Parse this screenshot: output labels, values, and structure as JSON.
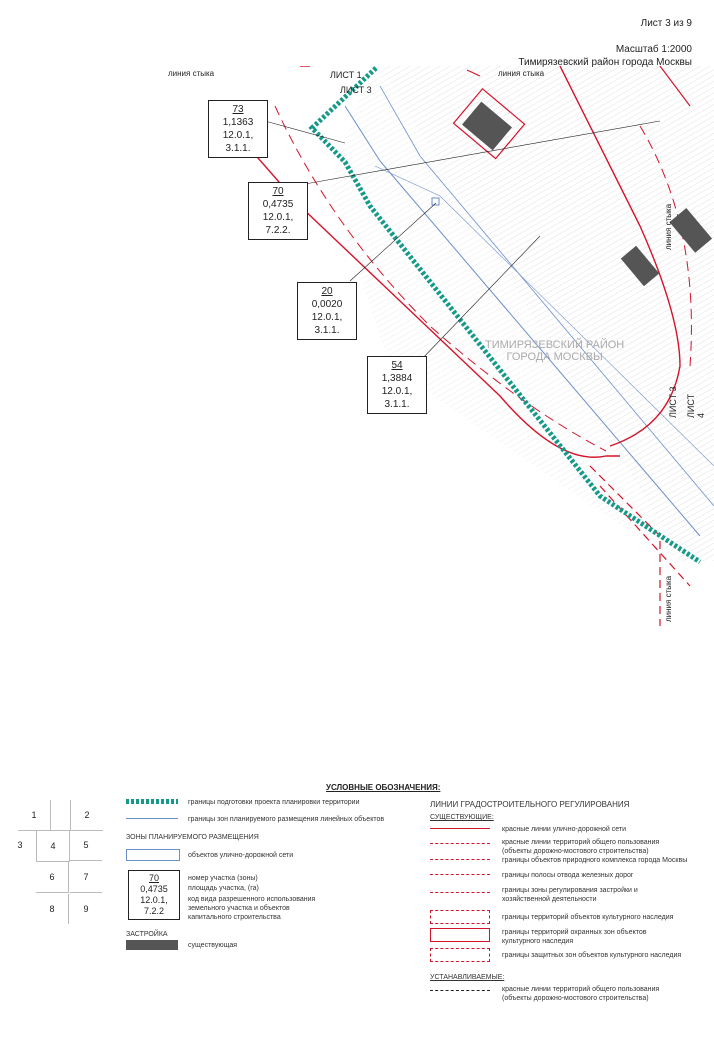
{
  "header": {
    "sheet": "Лист 3 из 9",
    "scale": "Масштаб 1:2000",
    "district": "Тимирязевский район города Москвы"
  },
  "map": {
    "join_line_label": "линия стыка",
    "sheet1": "ЛИСТ 1",
    "sheet3": "ЛИСТ 3",
    "sheet3b": "ЛИСТ 3",
    "sheet4": "ЛИСТ 4",
    "district_watermark_line1": "ТИМИРЯЗЕВСКИЙ РАЙОН",
    "district_watermark_line2": "ГОРОДА МОСКВЫ",
    "parcels": [
      {
        "id": "73",
        "area": "1,1363",
        "code1": "12.0.1,",
        "code2": "3.1.1."
      },
      {
        "id": "70",
        "area": "0,4735",
        "code1": "12.0.1,",
        "code2": "7.2.2."
      },
      {
        "id": "20",
        "area": "0,0020",
        "code1": "12.0.1,",
        "code2": "3.1.1."
      },
      {
        "id": "54",
        "area": "1,3884",
        "code1": "12.0.1,",
        "code2": "3.1.1."
      }
    ],
    "colors": {
      "red": "#d4142a",
      "teal": "#159a8a",
      "blue": "#6d8fc9",
      "hatch": "#bbbbbb",
      "building": "#555555"
    }
  },
  "legend": {
    "title": "УСЛОВНЫЕ ОБОЗНАЧЕНИЯ:",
    "index_cells": [
      "1",
      "2",
      "3",
      "4",
      "5",
      "6",
      "7",
      "8",
      "9"
    ],
    "boundary_label": "границы подготовки проекта планировки территории",
    "zones_label": "границы зон планируемого размещения линейных объектов",
    "zones_heading": "ЗОНЫ ПЛАНИРУЕМОГО РАЗМЕЩЕНИЯ",
    "road_objects": "объектов улично-дорожной сети",
    "sample": {
      "id": "70",
      "area": "0,4735",
      "code1": "12.0.1,",
      "code2": "7.2.2"
    },
    "sample_desc1": "номер участка (зоны)",
    "sample_desc2": "площадь участка, (га)",
    "sample_desc3": "код вида разрешенного использования земельного участка и объектов капитального строительства",
    "buildings_heading": "ЗАСТРОЙКА",
    "buildings_existing": "существующая",
    "reg_heading": "ЛИНИИ ГРАДОСТРОИТЕЛЬНОГО РЕГУЛИРОВАНИЯ",
    "existing_heading": "СУЩЕСТВУЮЩИЕ:",
    "items": [
      "красные линии улично-дорожной сети",
      "красные линии территорий общего пользования (объекты дорожно-мостового строительства)",
      "границы объектов природного комплекса города Москвы",
      "границы полосы отвода железных дорог",
      "границы зоны регулирования застройки и хозяйственной деятельности",
      "границы территорий объектов культурного наследия",
      "границы территорий охранных зон объектов культурного наследия",
      "границы защитных зон объектов культурного наследия"
    ],
    "planned_heading": "УСТАНАВЛИВАЕМЫЕ:",
    "planned_item": "красные линии территорий общего пользования (объекты дорожно-мостового строительства)"
  }
}
